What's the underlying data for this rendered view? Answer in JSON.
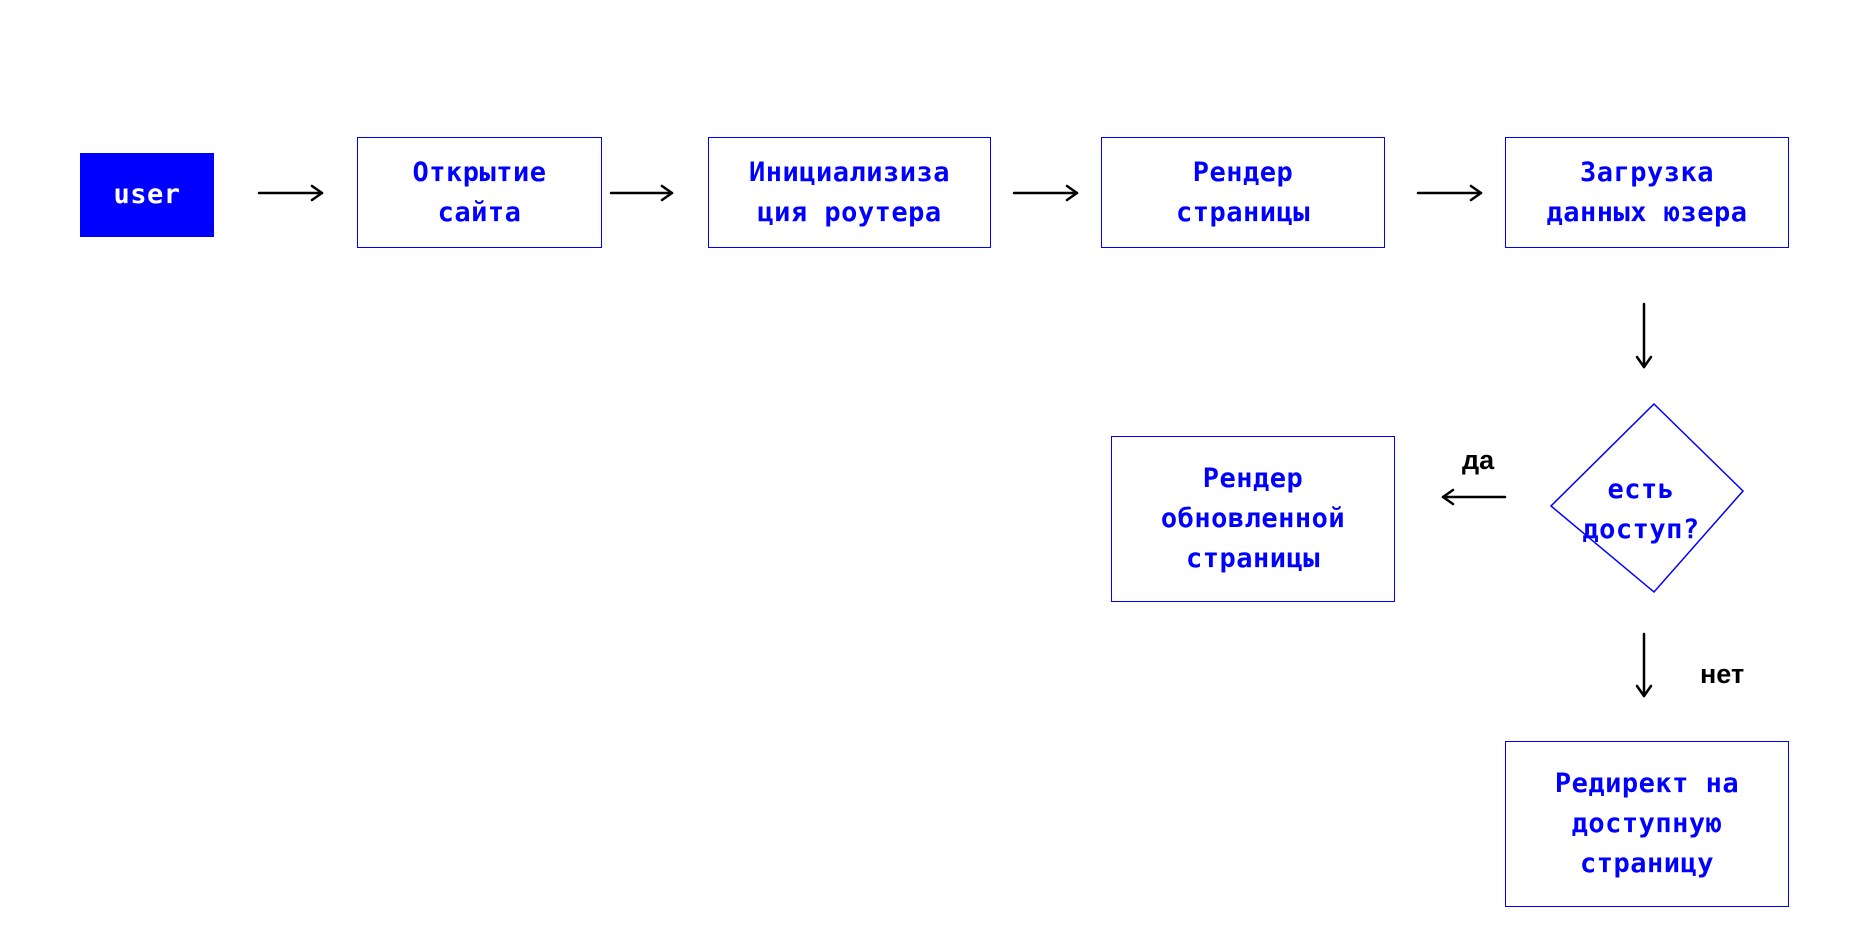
{
  "diagram": {
    "nodes": {
      "user": "user",
      "open_site": "Открытие\nсайта",
      "router_init": "Инициализиза\nция роутера",
      "render_page": "Рендер\nстраницы",
      "load_user_data": "Загрузка\nданных юзера",
      "has_access": "есть\nдоступ?",
      "render_updated": "Рендер\nобновленной\nстраницы",
      "redirect": "Редирект на\nдоступную\nстраницу"
    },
    "edges": {
      "yes": "да",
      "no": "нет"
    },
    "colors": {
      "accent": "#0000ff",
      "background": "#ffffff",
      "arrow": "#000000"
    }
  }
}
